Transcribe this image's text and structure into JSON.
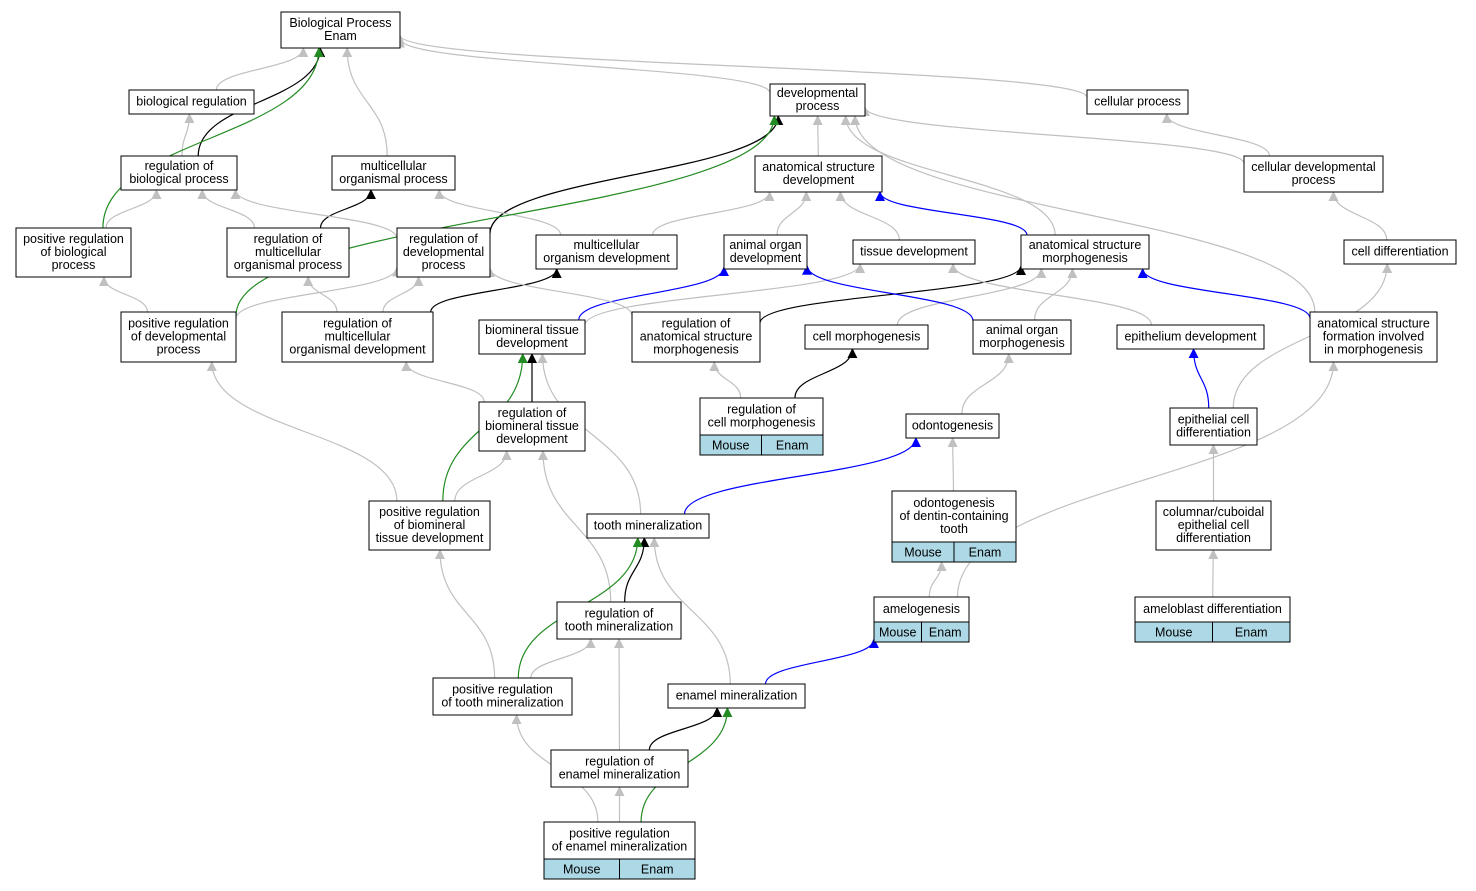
{
  "colors": {
    "is_a": "#c0c0c0",
    "part_of": "#000000",
    "regulates": "#000000",
    "positively_regulates": "#228b22",
    "develops_from": "#0000ff",
    "tag_fill": "#add8e6"
  },
  "nodes": [
    {
      "id": "bp",
      "lines": [
        "Biological Process",
        "Enam"
      ]
    },
    {
      "id": "bioreg",
      "lines": [
        "biological regulation"
      ]
    },
    {
      "id": "devproc",
      "lines": [
        "developmental",
        "process"
      ]
    },
    {
      "id": "cellproc",
      "lines": [
        "cellular process"
      ]
    },
    {
      "id": "regbio",
      "lines": [
        "regulation of",
        "biological process"
      ]
    },
    {
      "id": "multorgproc",
      "lines": [
        "multicellular",
        "organismal process"
      ]
    },
    {
      "id": "anatdev",
      "lines": [
        "anatomical structure",
        "development"
      ]
    },
    {
      "id": "celldevproc",
      "lines": [
        "cellular developmental",
        "process"
      ]
    },
    {
      "id": "posregbio",
      "lines": [
        "positive regulation",
        "of biological",
        "process"
      ]
    },
    {
      "id": "regmultproc",
      "lines": [
        "regulation of",
        "multicellular",
        "organismal process"
      ]
    },
    {
      "id": "regdevproc",
      "lines": [
        "regulation of",
        "developmental",
        "process"
      ]
    },
    {
      "id": "multorgdev",
      "lines": [
        "multicellular",
        "organism development"
      ]
    },
    {
      "id": "animorgdev",
      "lines": [
        "animal organ",
        "development"
      ]
    },
    {
      "id": "tissdev",
      "lines": [
        "tissue development"
      ]
    },
    {
      "id": "anatmorph",
      "lines": [
        "anatomical structure",
        "morphogenesis"
      ]
    },
    {
      "id": "celldiff",
      "lines": [
        "cell differentiation"
      ]
    },
    {
      "id": "posregdev",
      "lines": [
        "positive regulation",
        "of developmental",
        "process"
      ]
    },
    {
      "id": "regmultdev",
      "lines": [
        "regulation of",
        "multicellular",
        "organismal development"
      ]
    },
    {
      "id": "biomintiss",
      "lines": [
        "biomineral tissue",
        "development"
      ]
    },
    {
      "id": "reganatmorph",
      "lines": [
        "regulation of",
        "anatomical structure",
        "morphogenesis"
      ]
    },
    {
      "id": "cellmorph",
      "lines": [
        "cell morphogenesis"
      ]
    },
    {
      "id": "animorgmorph",
      "lines": [
        "animal organ",
        "morphogenesis"
      ]
    },
    {
      "id": "epidev",
      "lines": [
        "epithelium development"
      ]
    },
    {
      "id": "anatform",
      "lines": [
        "anatomical structure",
        "formation involved",
        "in morphogenesis"
      ]
    },
    {
      "id": "regbiomin",
      "lines": [
        "regulation of",
        "biomineral tissue",
        "development"
      ]
    },
    {
      "id": "regcellmorph",
      "lines": [
        "regulation of",
        "cell morphogenesis"
      ],
      "tags": [
        "Mouse",
        "Enam"
      ]
    },
    {
      "id": "odonto",
      "lines": [
        "odontogenesis"
      ]
    },
    {
      "id": "epicelldiff",
      "lines": [
        "epithelial cell",
        "differentiation"
      ]
    },
    {
      "id": "posregbiomin",
      "lines": [
        "positive regulation",
        "of biomineral",
        "tissue development"
      ]
    },
    {
      "id": "toothmin",
      "lines": [
        "tooth mineralization"
      ]
    },
    {
      "id": "odontodentin",
      "lines": [
        "odontogenesis",
        "of dentin-containing",
        "tooth"
      ],
      "tags": [
        "Mouse",
        "Enam"
      ]
    },
    {
      "id": "colcub",
      "lines": [
        "columnar/cuboidal",
        "epithelial cell",
        "differentiation"
      ]
    },
    {
      "id": "regtoothmin",
      "lines": [
        "regulation of",
        "tooth mineralization"
      ]
    },
    {
      "id": "amelo",
      "lines": [
        "amelogenesis"
      ],
      "tags": [
        "Mouse",
        "Enam"
      ]
    },
    {
      "id": "amelodiff",
      "lines": [
        "ameloblast differentiation"
      ],
      "tags": [
        "Mouse",
        "Enam"
      ]
    },
    {
      "id": "posregtooth",
      "lines": [
        "positive regulation",
        "of tooth mineralization"
      ]
    },
    {
      "id": "enammin",
      "lines": [
        "enamel mineralization"
      ]
    },
    {
      "id": "regenam",
      "lines": [
        "regulation of",
        "enamel mineralization"
      ]
    },
    {
      "id": "posregenam",
      "lines": [
        "positive regulation",
        "of enamel mineralization"
      ],
      "tags": [
        "Mouse",
        "Enam"
      ]
    }
  ],
  "edges": [
    {
      "from": "bioreg",
      "to": "bp",
      "type": "is_a"
    },
    {
      "from": "regbio",
      "to": "bioreg",
      "type": "is_a"
    },
    {
      "from": "regbio",
      "to": "bp",
      "type": "regulates"
    },
    {
      "from": "posregbio",
      "to": "regbio",
      "type": "is_a"
    },
    {
      "from": "posregbio",
      "to": "bp",
      "type": "positively_regulates"
    },
    {
      "from": "multorgproc",
      "to": "bp",
      "type": "is_a"
    },
    {
      "from": "devproc",
      "to": "bp",
      "type": "is_a"
    },
    {
      "from": "cellproc",
      "to": "bp",
      "type": "is_a"
    },
    {
      "from": "anatdev",
      "to": "devproc",
      "type": "is_a"
    },
    {
      "from": "celldevproc",
      "to": "cellproc",
      "type": "is_a"
    },
    {
      "from": "celldevproc",
      "to": "devproc",
      "type": "is_a"
    },
    {
      "from": "celldiff",
      "to": "celldevproc",
      "type": "is_a"
    },
    {
      "from": "regmultproc",
      "to": "regbio",
      "type": "is_a"
    },
    {
      "from": "regmultproc",
      "to": "multorgproc",
      "type": "regulates"
    },
    {
      "from": "regdevproc",
      "to": "regbio",
      "type": "is_a"
    },
    {
      "from": "regdevproc",
      "to": "devproc",
      "type": "regulates"
    },
    {
      "from": "multorgdev",
      "to": "multorgproc",
      "type": "is_a"
    },
    {
      "from": "multorgdev",
      "to": "anatdev",
      "type": "is_a"
    },
    {
      "from": "animorgdev",
      "to": "anatdev",
      "type": "is_a"
    },
    {
      "from": "tissdev",
      "to": "anatdev",
      "type": "is_a"
    },
    {
      "from": "anatmorph",
      "to": "anatdev",
      "type": "develops_from"
    },
    {
      "from": "anatmorph",
      "to": "devproc",
      "type": "is_a"
    },
    {
      "from": "posregdev",
      "to": "posregbio",
      "type": "is_a"
    },
    {
      "from": "posregdev",
      "to": "regdevproc",
      "type": "is_a"
    },
    {
      "from": "posregdev",
      "to": "devproc",
      "type": "positively_regulates"
    },
    {
      "from": "regmultdev",
      "to": "regmultproc",
      "type": "is_a"
    },
    {
      "from": "regmultdev",
      "to": "regdevproc",
      "type": "is_a"
    },
    {
      "from": "regmultdev",
      "to": "multorgdev",
      "type": "regulates"
    },
    {
      "from": "biomintiss",
      "to": "animorgdev",
      "type": "develops_from"
    },
    {
      "from": "biomintiss",
      "to": "tissdev",
      "type": "is_a"
    },
    {
      "from": "reganatmorph",
      "to": "regdevproc",
      "type": "is_a"
    },
    {
      "from": "reganatmorph",
      "to": "anatmorph",
      "type": "regulates"
    },
    {
      "from": "cellmorph",
      "to": "anatmorph",
      "type": "is_a"
    },
    {
      "from": "animorgmorph",
      "to": "anatmorph",
      "type": "is_a"
    },
    {
      "from": "animorgmorph",
      "to": "animorgdev",
      "type": "develops_from"
    },
    {
      "from": "epidev",
      "to": "tissdev",
      "type": "is_a"
    },
    {
      "from": "anatform",
      "to": "anatmorph",
      "type": "develops_from"
    },
    {
      "from": "anatform",
      "to": "devproc",
      "type": "is_a"
    },
    {
      "from": "regbiomin",
      "to": "regmultdev",
      "type": "is_a"
    },
    {
      "from": "regbiomin",
      "to": "biomintiss",
      "type": "regulates"
    },
    {
      "from": "regcellmorph",
      "to": "reganatmorph",
      "type": "is_a"
    },
    {
      "from": "regcellmorph",
      "to": "cellmorph",
      "type": "regulates"
    },
    {
      "from": "odonto",
      "to": "animorgmorph",
      "type": "is_a"
    },
    {
      "from": "epicelldiff",
      "to": "epidev",
      "type": "develops_from"
    },
    {
      "from": "epicelldiff",
      "to": "celldiff",
      "type": "is_a"
    },
    {
      "from": "posregbiomin",
      "to": "posregdev",
      "type": "is_a"
    },
    {
      "from": "posregbiomin",
      "to": "regbiomin",
      "type": "is_a"
    },
    {
      "from": "posregbiomin",
      "to": "biomintiss",
      "type": "positively_regulates"
    },
    {
      "from": "toothmin",
      "to": "biomintiss",
      "type": "is_a"
    },
    {
      "from": "toothmin",
      "to": "odonto",
      "type": "develops_from"
    },
    {
      "from": "odontodentin",
      "to": "odonto",
      "type": "is_a"
    },
    {
      "from": "colcub",
      "to": "epicelldiff",
      "type": "is_a"
    },
    {
      "from": "regtoothmin",
      "to": "regbiomin",
      "type": "is_a"
    },
    {
      "from": "regtoothmin",
      "to": "toothmin",
      "type": "regulates"
    },
    {
      "from": "amelo",
      "to": "odontodentin",
      "type": "is_a"
    },
    {
      "from": "amelo",
      "to": "anatform",
      "type": "is_a"
    },
    {
      "from": "amelodiff",
      "to": "colcub",
      "type": "is_a"
    },
    {
      "from": "posregtooth",
      "to": "posregbiomin",
      "type": "is_a"
    },
    {
      "from": "posregtooth",
      "to": "regtoothmin",
      "type": "is_a"
    },
    {
      "from": "posregtooth",
      "to": "toothmin",
      "type": "positively_regulates"
    },
    {
      "from": "enammin",
      "to": "toothmin",
      "type": "is_a"
    },
    {
      "from": "enammin",
      "to": "amelo",
      "type": "develops_from"
    },
    {
      "from": "regenam",
      "to": "regtoothmin",
      "type": "is_a"
    },
    {
      "from": "regenam",
      "to": "enammin",
      "type": "regulates"
    },
    {
      "from": "posregenam",
      "to": "posregtooth",
      "type": "is_a"
    },
    {
      "from": "posregenam",
      "to": "regenam",
      "type": "is_a"
    },
    {
      "from": "posregenam",
      "to": "enammin",
      "type": "positively_regulates"
    }
  ]
}
